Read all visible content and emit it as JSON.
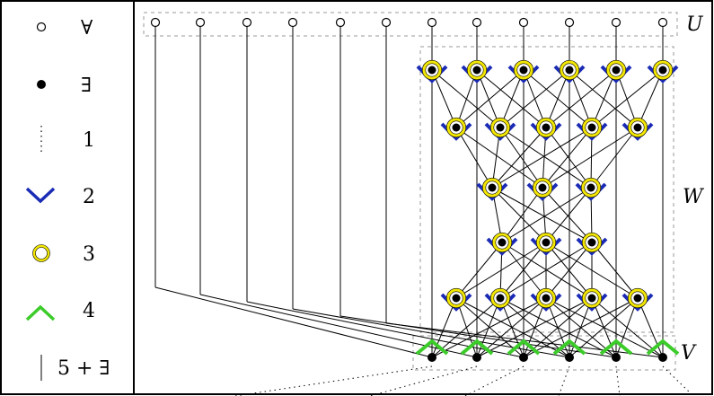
{
  "legend": {
    "rows": [
      {
        "symbol": "open-circle",
        "label": "∀"
      },
      {
        "symbol": "filled-dot",
        "label": "∃"
      },
      {
        "symbol": "dotted-line",
        "label": "1"
      },
      {
        "symbol": "blue-v",
        "label": "2"
      },
      {
        "symbol": "yellow-ring",
        "label": "3"
      },
      {
        "symbol": "green-caret",
        "label": "4"
      },
      {
        "symbol": "solid-line",
        "label": "5 + ∃"
      }
    ]
  },
  "sets": {
    "u": "U",
    "w": "W",
    "v": "V"
  },
  "colors": {
    "blue": "#1a2bb5",
    "yellow": "#f2e600",
    "green": "#3ccc2a",
    "dashed": "#999999"
  }
}
